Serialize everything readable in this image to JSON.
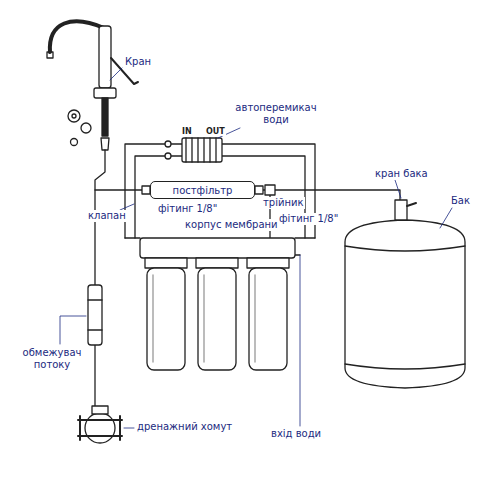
{
  "diagram": {
    "nodes": [
      {
        "text": [
          "постфільтр"
        ]
      }
    ],
    "labels": [
      "Кран",
      "автоперемикач води",
      "IN",
      "OUT",
      "кран бака",
      "Бак",
      "трійник",
      "фітинг 1/8\"",
      "корпус мембрани",
      "клапан",
      "фітинг 1/8\"",
      "обмежувач потоку",
      "дренажний хомут",
      "вхід води"
    ]
  }
}
